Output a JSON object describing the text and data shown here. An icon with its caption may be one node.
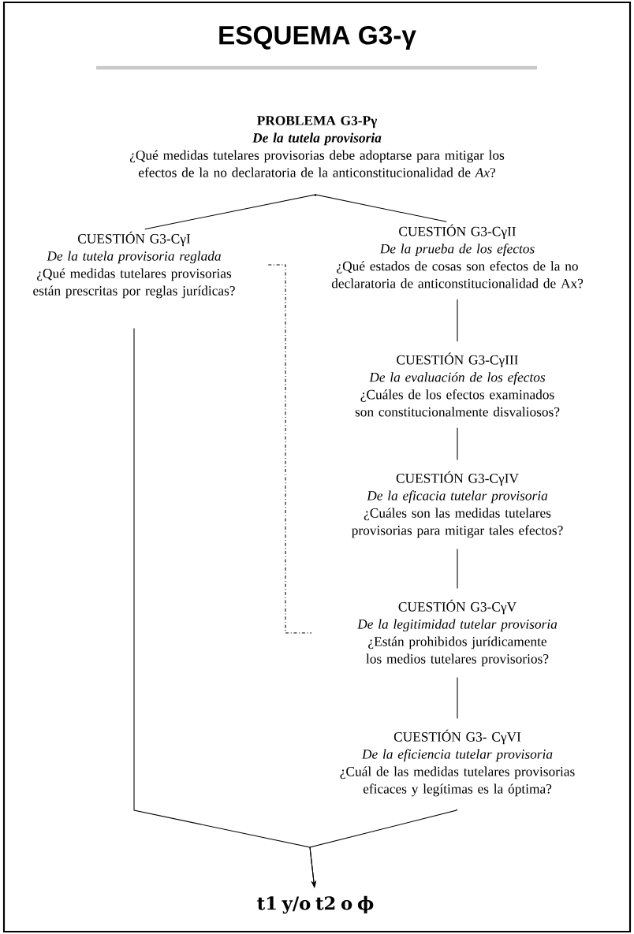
{
  "diagram": {
    "title": "ESQUEMA G3-γ",
    "nodes": [
      {
        "text": [
          "PROBLEMA G3-Pγ",
          "De la tutela provisoria",
          "¿Qué medidas tutelares provisorias debe adoptarse para mitigar los efectos de la no declaratoria de la anticonstitucionalidad de *Ax*?"
        ]
      },
      {
        "text": [
          "CUESTIÓN G3-CγI",
          "De la tutela provisoria reglada",
          "¿Qué medidas tutelares provisorias están prescritas por reglas jurídicas?"
        ]
      },
      {
        "text": [
          "CUESTIÓN G3-CγII",
          "De la prueba de los efectos",
          "¿Qué estados de cosas son efectos de la no declaratoria de anticonstitucionalidad de Ax?"
        ]
      },
      {
        "text": [
          "CUESTIÓN G3-CγIII",
          "De la evaluación de los efectos",
          "¿Cuáles de los efectos examinados son constitucionalmente disvaliosos?"
        ]
      },
      {
        "text": [
          "CUESTIÓN G3-CγIV",
          "De la eficacia tutelar provisoria",
          "¿Cuáles son las medidas tutelares provisorias para mitigar tales efectos?"
        ]
      },
      {
        "text": [
          "CUESTIÓN G3-CγV",
          "De la legitimidad tutelar provisoria",
          "¿Están prohibidos jurídicamente los medios tutelares provisorios?"
        ]
      },
      {
        "text": [
          "CUESTIÓN G3- CγVI",
          "De la eficiencia tutelar provisoria",
          "¿Cuál de las medidas tutelares provisorias eficaces y legítimas es la óptima?"
        ]
      },
      {
        "text": [
          "t1 y/o t2 o ϕ"
        ]
      }
    ],
    "edges": [
      {
        "from": 0,
        "to": 1,
        "arrow": "none"
      },
      {
        "from": 0,
        "to": 2,
        "arrow": "none"
      },
      {
        "from": 2,
        "to": 3,
        "arrow": "none"
      },
      {
        "from": 3,
        "to": 4,
        "arrow": "none"
      },
      {
        "from": 4,
        "to": 5,
        "arrow": "none"
      },
      {
        "from": 5,
        "to": 6,
        "arrow": "none"
      },
      {
        "from": 1,
        "to": 5,
        "arrow": "none",
        "style": "dashed"
      },
      {
        "from": 1,
        "to": 7,
        "arrow": "to"
      },
      {
        "from": 6,
        "to": 7,
        "arrow": "to"
      }
    ]
  }
}
